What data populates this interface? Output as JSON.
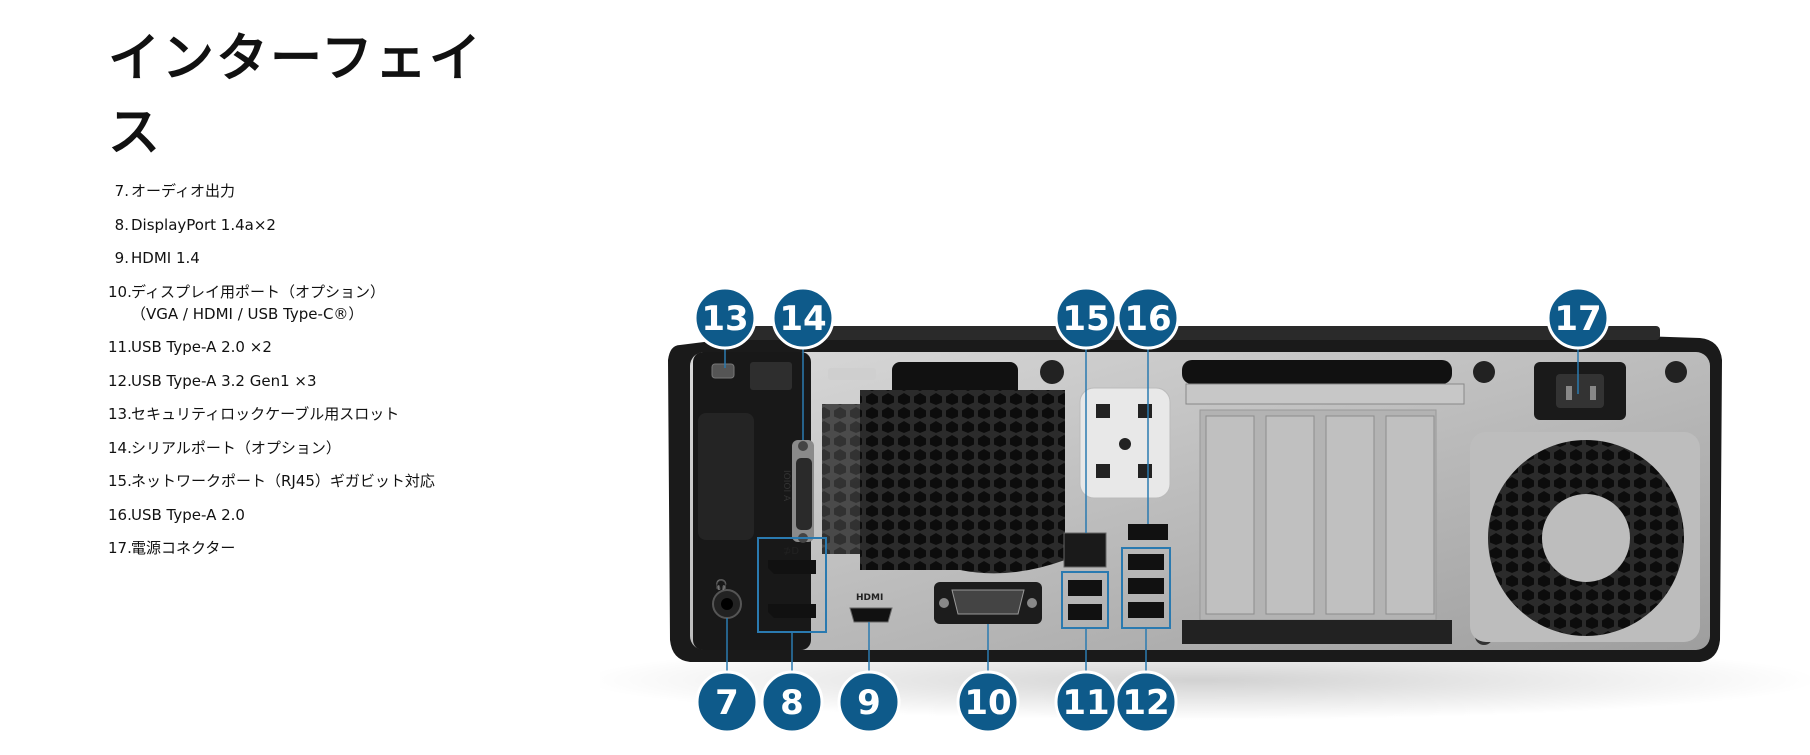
{
  "page": {
    "title": "インターフェイス"
  },
  "specs": [
    {
      "num": "7",
      "text": "オーディオ出力"
    },
    {
      "num": "8",
      "text": "DisplayPort 1.4a×2"
    },
    {
      "num": "9",
      "text": "HDMI 1.4"
    },
    {
      "num": "10",
      "text": "ディスプレイ用ポート（オプション）",
      "sub": "（VGA / HDMI / USB Type-C®）"
    },
    {
      "num": "11",
      "text": "USB Type-A 2.0 ×2"
    },
    {
      "num": "12",
      "text": "USB Type-A 3.2 Gen1 ×3"
    },
    {
      "num": "13",
      "text": "セキュリティロックケーブル用スロット"
    },
    {
      "num": "14",
      "text": "シリアルポート（オプション）"
    },
    {
      "num": "15",
      "text": "ネットワークポート（RJ45）ギガビット対応"
    },
    {
      "num": "16",
      "text": "USB Type-A 2.0"
    },
    {
      "num": "17",
      "text": "電源コネクター"
    }
  ],
  "image": {
    "port_labels": {
      "hdmi": "HDMI",
      "serial": "IOIOI A"
    },
    "callouts": [
      {
        "num": "13"
      },
      {
        "num": "14"
      },
      {
        "num": "15"
      },
      {
        "num": "16"
      },
      {
        "num": "17"
      },
      {
        "num": "7"
      },
      {
        "num": "8"
      },
      {
        "num": "9"
      },
      {
        "num": "10"
      },
      {
        "num": "11"
      },
      {
        "num": "12"
      }
    ],
    "badge_color": "#0e5a8a"
  }
}
